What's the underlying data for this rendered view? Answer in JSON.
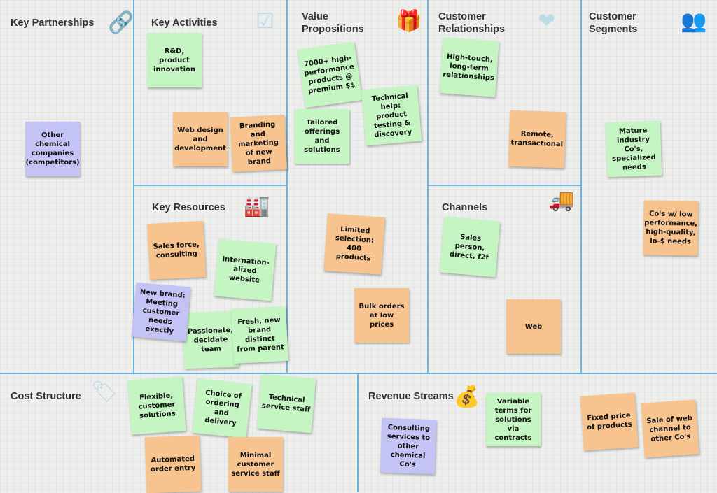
{
  "colors": {
    "green": "#c5f5c3",
    "orange": "#f7c48f",
    "purple": "#c4c3f5",
    "line": "#6cb3e0"
  },
  "sections": {
    "key_partnerships": {
      "title": "Key Partnerships",
      "icon": "link-icon",
      "notes": [
        "Other chemical companies (competitors)"
      ]
    },
    "key_activities": {
      "title": "Key Activities",
      "icon": "checkbox-icon",
      "notes": [
        "R&D, product innovation",
        "Web design and development",
        "Branding and marketing of new brand"
      ]
    },
    "value_propositions": {
      "title": "Value Propositions",
      "icon": "gift-icon",
      "notes": [
        "7000+ high-performance products @ premium $$",
        "Technical help: product testing & discovery",
        "Tailored offerings and solutions",
        "Limited selection: 400 products",
        "Bulk orders at low prices"
      ]
    },
    "customer_relationships": {
      "title": "Customer Relationships",
      "icon": "heart-icon",
      "notes": [
        "High-touch, long-term relationships",
        "Remote, transactional"
      ]
    },
    "customer_segments": {
      "title": "Customer Segments",
      "icon": "users-icon",
      "notes": [
        "Mature industry Co's, specialized needs",
        "Co's w/ low performance, high-quality, lo-$ needs"
      ]
    },
    "key_resources": {
      "title": "Key Resources",
      "icon": "factory-icon",
      "notes": [
        "Sales force, consulting",
        "Internation-alized website",
        "New brand: Meeting customer needs exactly",
        "Passionate, decidate team",
        "Fresh, new brand distinct from parent"
      ]
    },
    "channels": {
      "title": "Channels",
      "icon": "truck-icon",
      "notes": [
        "Sales person, direct, f2f",
        "Web"
      ]
    },
    "cost_structure": {
      "title": "Cost Structure",
      "icon": "tag-icon",
      "notes": [
        "Flexible, customer solutions",
        "Choice of ordering and delivery",
        "Technical service staff",
        "Automated order entry",
        "Minimal customer service staff"
      ]
    },
    "revenue_streams": {
      "title": "Revenue Streams",
      "icon": "money-bag-icon",
      "notes": [
        "Consulting services to other chemical Co's",
        "Variable terms for solutions via contracts",
        "Fixed price of products",
        "Sale of web channel to other Co's"
      ]
    }
  }
}
